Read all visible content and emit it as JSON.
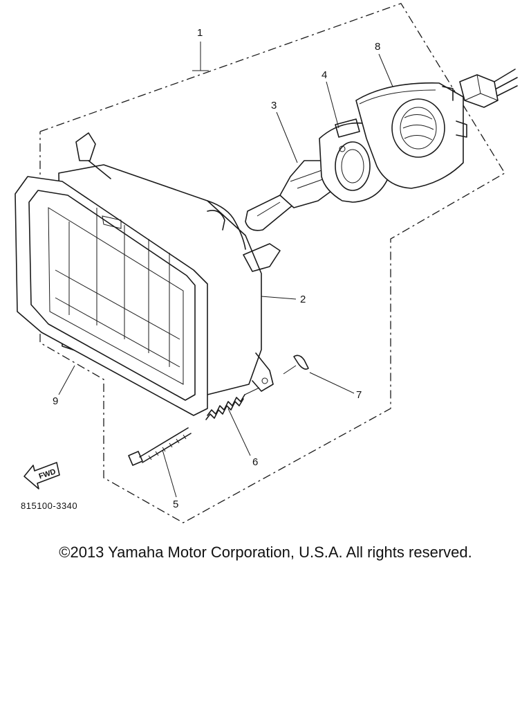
{
  "diagram": {
    "callouts": {
      "assembly": "1",
      "reflector": "2",
      "bulb": "3",
      "socket": "4",
      "screw": "5",
      "spring": "6",
      "clip": "7",
      "cover": "8",
      "rim": "9"
    },
    "fwd_label": "FWD",
    "part_code": "815100-3340"
  },
  "footer": {
    "copyright": "©2013 Yamaha Motor Corporation, U.S.A. All rights reserved."
  }
}
